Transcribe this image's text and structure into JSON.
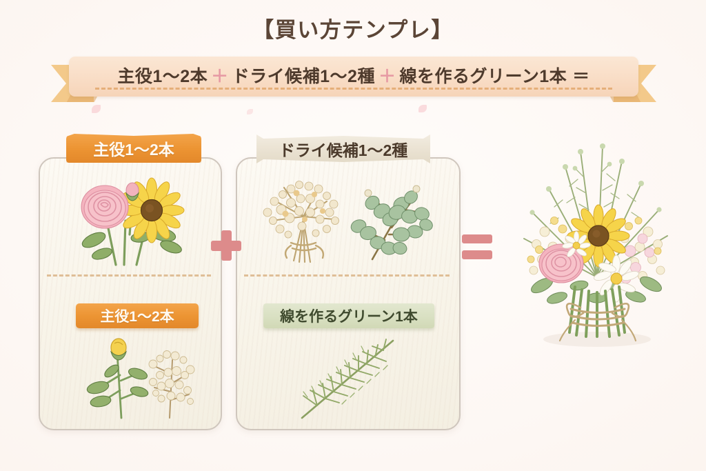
{
  "page": {
    "title": "【買い方テンプレ】",
    "background_color": "#fdf8f4",
    "text_color": "#5b4536"
  },
  "banner": {
    "name": "formula-banner",
    "background_color": "#f9ddc6",
    "tail_color": "#f3c98a",
    "operator_color": "#e79aa4",
    "parts": {
      "term1": "主役1〜2本",
      "op1": "＋",
      "term2": "ドライ候補1〜2種",
      "op2": "＋",
      "term3": "線を作るグリーン1本",
      "equals": "＝"
    }
  },
  "cards": [
    {
      "name": "card-left",
      "top_label": "主役1〜2本",
      "top_label_color": "#ec9433",
      "top_label_text_color": "#fffaf2",
      "top_art": "rose-and-sunflower",
      "bottom_label": "主役1〜2本",
      "bottom_label_color": "#ec9433",
      "bottom_art": "yellow-rosebud-and-babysbreath"
    },
    {
      "name": "card-right",
      "top_label": "ドライ候補1〜2種",
      "top_label_color": "#eae2d2",
      "top_label_text_color": "#4b3a2b",
      "top_art": "dried-babysbreath-and-eucalyptus",
      "bottom_label": "線を作るグリーン1本",
      "bottom_label_color": "#d9e0c2",
      "bottom_label_text_color": "#3f4a2e",
      "bottom_art": "green-fern-sprig"
    }
  ],
  "operators": {
    "plus": "＋",
    "equals": "＝",
    "color": "#dd8b8b"
  },
  "result": {
    "name": "finished-bouquet",
    "art": "mixed-bouquet-tied-with-twine"
  },
  "icons": {
    "petal": "petal-icon",
    "plus": "plus-icon",
    "equals": "equals-icon"
  }
}
